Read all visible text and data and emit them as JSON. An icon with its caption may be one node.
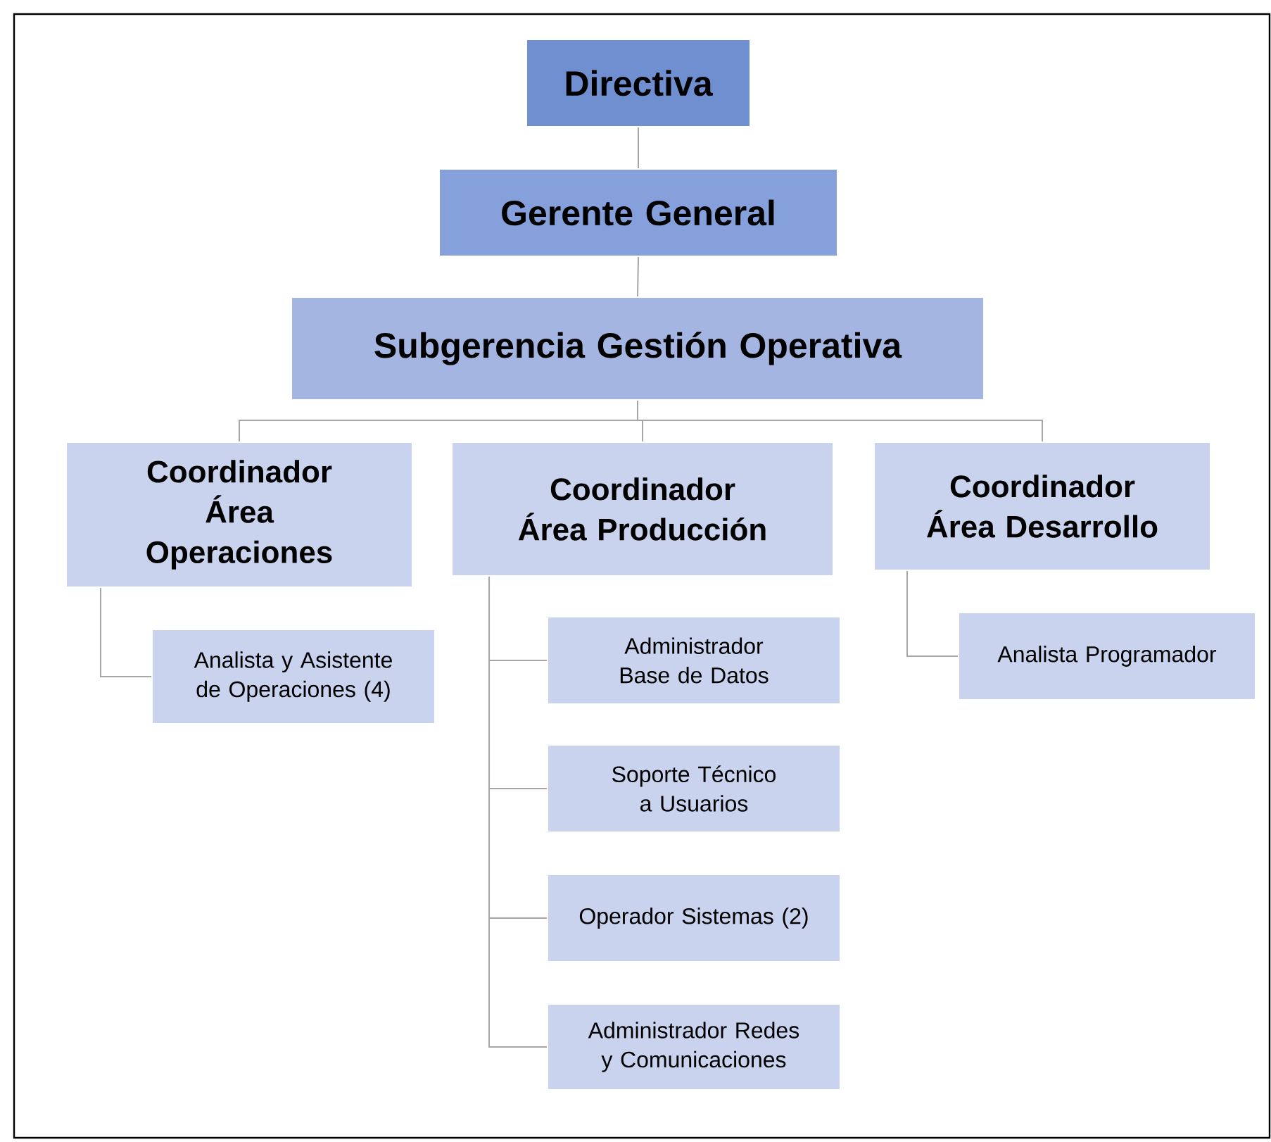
{
  "diagram": {
    "nodes": [
      {
        "text": [
          "Directiva"
        ]
      },
      {
        "text": [
          "Gerente General"
        ]
      },
      {
        "text": [
          "Subgerencia Gestión Operativa"
        ]
      },
      {
        "text": [
          "Coordinador Área Operaciones"
        ]
      },
      {
        "text": [
          "Coordinador Área Producción"
        ]
      },
      {
        "text": [
          "Coordinador Área Desarrollo"
        ]
      },
      {
        "text": [
          "Analista y Asistente de Operaciones (4)"
        ]
      },
      {
        "text": [
          "Administrador Base de Datos"
        ]
      },
      {
        "text": [
          "Soporte Técnico a Usuarios"
        ]
      },
      {
        "text": [
          "Operador Sistemas (2)"
        ]
      },
      {
        "text": [
          "Administrador Redes y Comunicaciones"
        ]
      },
      {
        "text": [
          "Analista Programador"
        ]
      }
    ],
    "edges": [
      {
        "from": 0,
        "to": 1,
        "arrow": "none"
      },
      {
        "from": 1,
        "to": 2,
        "arrow": "none"
      },
      {
        "from": 2,
        "to": 3,
        "arrow": "none"
      },
      {
        "from": 2,
        "to": 4,
        "arrow": "none"
      },
      {
        "from": 2,
        "to": 5,
        "arrow": "none"
      },
      {
        "from": 3,
        "to": 6,
        "arrow": "none"
      },
      {
        "from": 4,
        "to": 7,
        "arrow": "none"
      },
      {
        "from": 4,
        "to": 8,
        "arrow": "none"
      },
      {
        "from": 4,
        "to": 9,
        "arrow": "none"
      },
      {
        "from": 4,
        "to": 10,
        "arrow": "none"
      },
      {
        "from": 5,
        "to": 11,
        "arrow": "none"
      }
    ]
  }
}
